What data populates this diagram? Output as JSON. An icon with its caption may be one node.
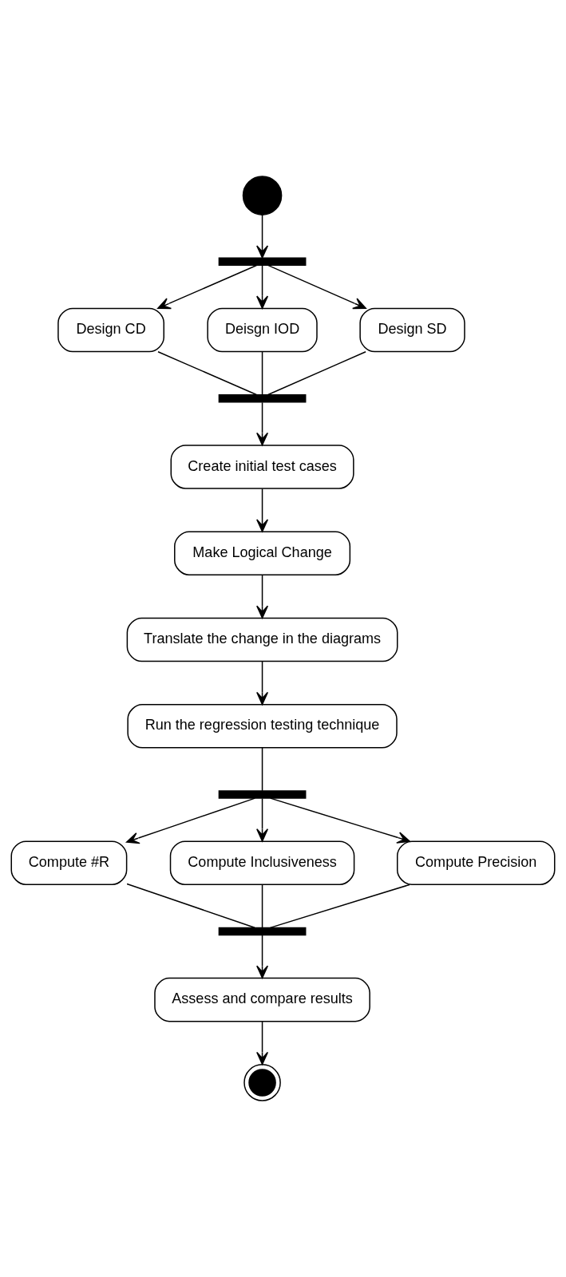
{
  "diagram": {
    "nodes": [
      {
        "text": [],
        "shape": "circle"
      },
      {
        "text": [],
        "shape": "bar"
      },
      {
        "text": [
          "Design CD"
        ]
      },
      {
        "text": [
          "Deisgn IOD"
        ]
      },
      {
        "text": [
          "Design SD"
        ]
      },
      {
        "text": [],
        "shape": "bar"
      },
      {
        "text": [
          "Create initial test cases"
        ]
      },
      {
        "text": [
          "Make Logical Change"
        ]
      },
      {
        "text": [
          "Translate the change in the diagrams"
        ]
      },
      {
        "text": [
          "Run the regression testing technique"
        ]
      },
      {
        "text": [],
        "shape": "bar"
      },
      {
        "text": [
          "Compute #R"
        ]
      },
      {
        "text": [
          "Compute Inclusiveness"
        ]
      },
      {
        "text": [
          "Compute Precision"
        ]
      },
      {
        "text": [],
        "shape": "bar"
      },
      {
        "text": [
          "Assess and compare results"
        ]
      },
      {
        "text": [],
        "shape": "bullseye"
      }
    ],
    "edges": [
      {
        "from": 0,
        "to": 1,
        "arrow": "to"
      },
      {
        "from": 1,
        "to": 2,
        "arrow": "to"
      },
      {
        "from": 1,
        "to": 3,
        "arrow": "to"
      },
      {
        "from": 1,
        "to": 4,
        "arrow": "to"
      },
      {
        "from": 2,
        "to": 5,
        "arrow": "none"
      },
      {
        "from": 3,
        "to": 5,
        "arrow": "none"
      },
      {
        "from": 4,
        "to": 5,
        "arrow": "none"
      },
      {
        "from": 5,
        "to": 6,
        "arrow": "to"
      },
      {
        "from": 6,
        "to": 7,
        "arrow": "to"
      },
      {
        "from": 7,
        "to": 8,
        "arrow": "to"
      },
      {
        "from": 8,
        "to": 9,
        "arrow": "to"
      },
      {
        "from": 9,
        "to": 10,
        "arrow": "none"
      },
      {
        "from": 10,
        "to": 11,
        "arrow": "to"
      },
      {
        "from": 10,
        "to": 12,
        "arrow": "to"
      },
      {
        "from": 10,
        "to": 13,
        "arrow": "to"
      },
      {
        "from": 11,
        "to": 14,
        "arrow": "none"
      },
      {
        "from": 12,
        "to": 14,
        "arrow": "none"
      },
      {
        "from": 13,
        "to": 14,
        "arrow": "none"
      },
      {
        "from": 14,
        "to": 15,
        "arrow": "to"
      },
      {
        "from": 15,
        "to": 16,
        "arrow": "to"
      }
    ]
  }
}
